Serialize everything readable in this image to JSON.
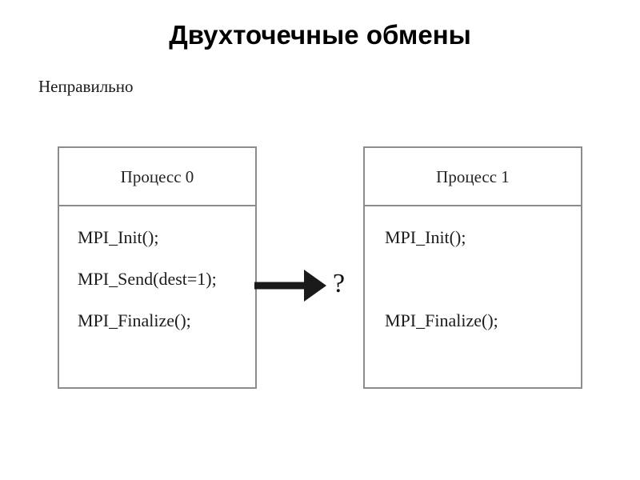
{
  "slide": {
    "title": "Двухточечные обмены",
    "subtitle": "Неправильно",
    "background_color": "#ffffff",
    "title_color": "#000000"
  },
  "diagram": {
    "box_border_color": "#8c8c8c",
    "arrow_color": "#1a1a1a",
    "arrow_direction": "right",
    "annotation": "?",
    "processes": [
      {
        "header": "Процесс 0",
        "lines": [
          "MPI_Init();",
          "MPI_Send(dest=1);",
          "MPI_Finalize();"
        ]
      },
      {
        "header": "Процесс 1",
        "lines": [
          "MPI_Init();",
          "",
          "MPI_Finalize();"
        ]
      }
    ]
  }
}
